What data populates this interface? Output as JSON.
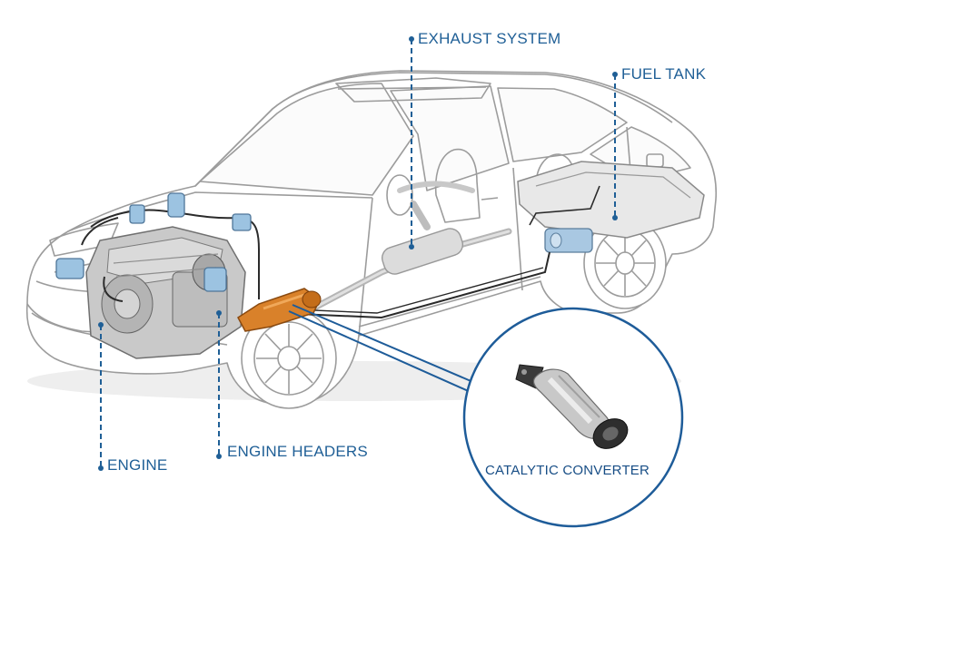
{
  "callouts": {
    "exhaust_system": "EXHAUST SYSTEM",
    "fuel_tank": "FUEL TANK",
    "engine": "ENGINE",
    "engine_headers": "ENGINE HEADERS",
    "catalytic_converter": "CATALYTIC CONVERTER"
  },
  "colors": {
    "callout_blue": "#1f5f96",
    "converter_orange": "#d2781e",
    "component_blue": "#8fb8d8",
    "outline_gray": "#9a9a9a"
  }
}
